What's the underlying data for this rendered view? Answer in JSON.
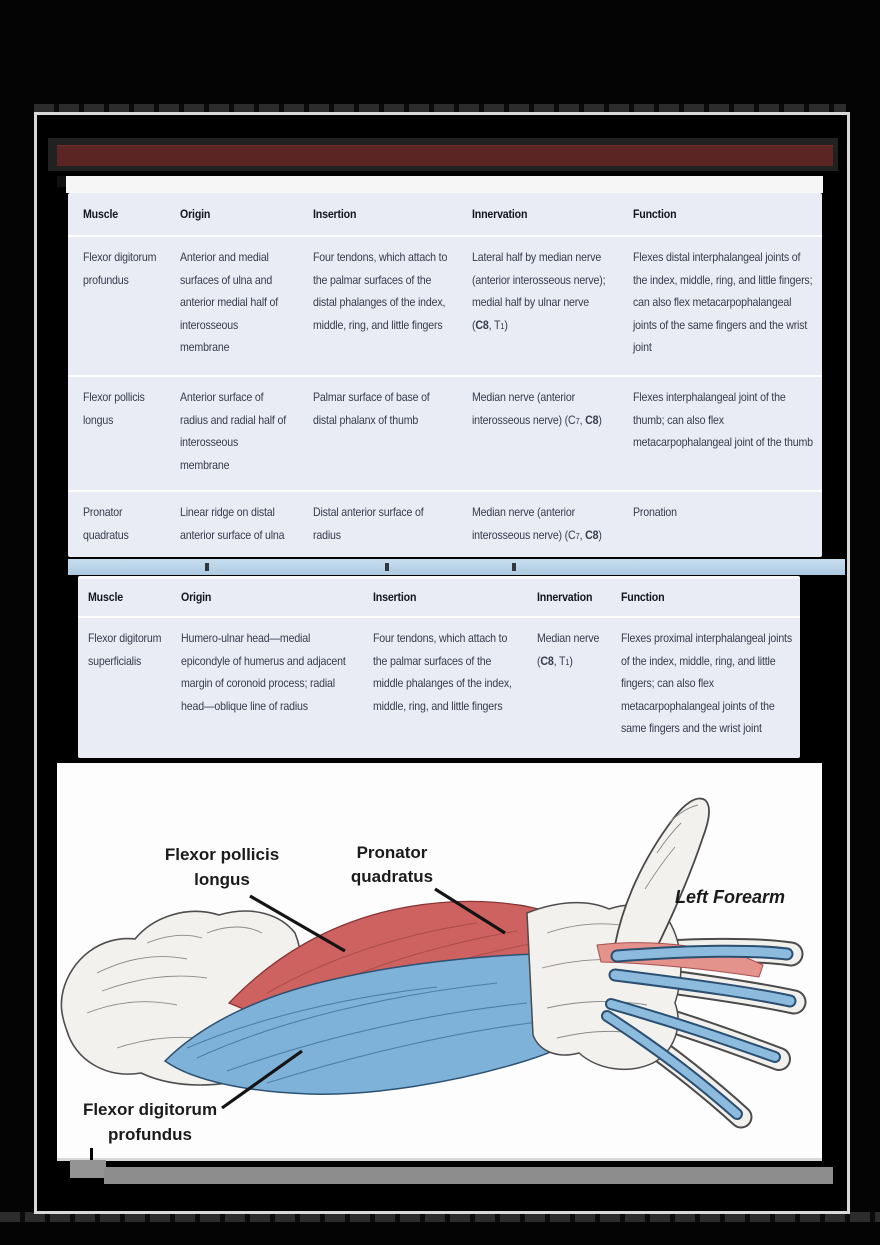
{
  "page": {
    "background_color": "#040404",
    "accent_bar_color": "#5a2523",
    "table_bg_color": "#e9ecf4"
  },
  "tables": [
    {
      "headers": [
        "Muscle",
        "Origin",
        "Insertion",
        "Innervation",
        "Function"
      ],
      "rows": [
        {
          "muscle": "Flexor digitorum profundus",
          "origin": "Anterior and medial surfaces of ulna and anterior medial half of interosseous membrane",
          "insertion": "Four tendons, which attach to the palmar surfaces of the distal phalanges of the index, middle, ring, and little fingers",
          "innervation": [
            {
              "t": "Lateral half by median nerve (anterior interosseous nerve); medial half by ulnar nerve ("
            },
            {
              "t": "C8",
              "b": true
            },
            {
              "t": ", T"
            },
            {
              "t": "1",
              "sub": true
            },
            {
              "t": ")"
            }
          ],
          "function": "Flexes distal interphalangeal joints of the index, middle, ring, and little fingers; can also flex metacarpophalangeal joints of the same fingers and the wrist joint"
        },
        {
          "muscle": "Flexor pollicis longus",
          "origin": "Anterior surface of radius and radial half of interosseous membrane",
          "insertion": "Palmar surface of base of distal phalanx of thumb",
          "innervation": [
            {
              "t": "Median nerve (anterior interosseous nerve) (C"
            },
            {
              "t": "7",
              "sub": true
            },
            {
              "t": ", "
            },
            {
              "t": "C8",
              "b": true
            },
            {
              "t": ")"
            }
          ],
          "function": "Flexes interphalangeal joint of the thumb; can also flex metacarpophalangeal joint of the thumb"
        },
        {
          "muscle": "Pronator quadratus",
          "origin": "Linear ridge on distal anterior surface of ulna",
          "insertion": "Distal anterior surface of radius",
          "innervation": [
            {
              "t": "Median nerve (anterior interosseous nerve) (C"
            },
            {
              "t": "7",
              "sub": true
            },
            {
              "t": ", "
            },
            {
              "t": "C8",
              "b": true
            },
            {
              "t": ")"
            }
          ],
          "function": "Pronation"
        }
      ]
    },
    {
      "headers": [
        "Muscle",
        "Origin",
        "Insertion",
        "Innervation",
        "Function"
      ],
      "rows": [
        {
          "muscle": "Flexor digitorum superficialis",
          "origin": "Humero-ulnar head—medial epicondyle of humerus and adjacent margin of coronoid process; radial head—oblique line of radius",
          "insertion": "Four tendons, which attach to the palmar surfaces of the middle phalanges of the index, middle, ring, and little fingers",
          "innervation": [
            {
              "t": "Median nerve ("
            },
            {
              "t": "C8",
              "b": true
            },
            {
              "t": ", T"
            },
            {
              "t": "1",
              "sub": true
            },
            {
              "t": ")"
            }
          ],
          "function": "Flexes proximal interphalangeal joints of the index, middle, ring, and little fingers; can also flex metacarpophalangeal joints of the same fingers and the wrist joint"
        }
      ]
    }
  ],
  "illustration": {
    "caption": "Left Forearm",
    "labels": {
      "fpl": {
        "line1": "Flexor pollicis",
        "line2": "longus"
      },
      "pq": {
        "line1": "Pronator",
        "line2": "quadratus"
      },
      "fdp": {
        "line1": "Flexor digitorum",
        "line2": "profundus"
      }
    },
    "muscle_colors": {
      "flexor_pollicis_longus": "#cd6260",
      "pronator_quadratus": "#2f7d46",
      "flexor_digitorum_profundus": "#7fb2d8"
    }
  }
}
